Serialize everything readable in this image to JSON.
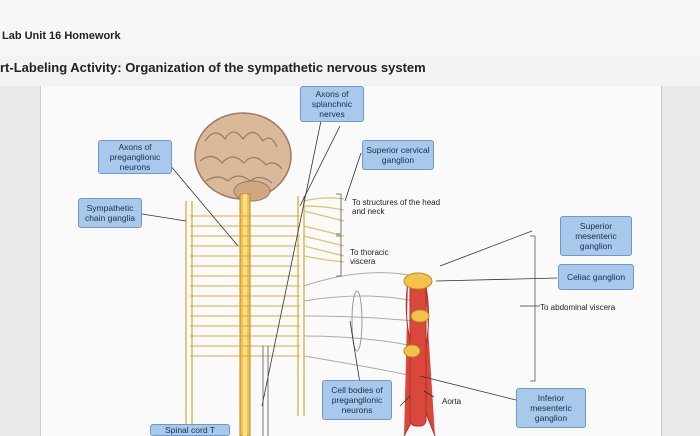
{
  "header": {
    "lab_title": "Lab Unit 16 Homework",
    "activity_title": "rt-Labeling Activity: Organization of the sympathetic nervous system"
  },
  "labels": {
    "axons_splanchnic": "Axons of splanchnic nerves",
    "axons_preganglionic": "Axons of preganglionic neurons",
    "superior_cervical": "Superior cervical ganglion",
    "sympathetic_chain": "Sympathetic chain ganglia",
    "superior_mesenteric": "Superior mesenteric ganglion",
    "celiac": "Celiac ganglion",
    "cell_bodies": "Cell bodies of preganglionic neurons",
    "inferior_mesenteric": "Inferior mesenteric ganglion",
    "spinal_cord": "Spinal cord T"
  },
  "annotations": {
    "head_neck": "To structures of the head and neck",
    "thoracic": "To thoracic viscera",
    "abdominal": "To abdominal viscera",
    "aorta": "Aorta"
  },
  "colors": {
    "label_fill": "#a9c9ec",
    "label_border": "#6e99c8",
    "nerve_yellow": "#f2c24a",
    "aorta_red": "#d9483b",
    "brain": "#d9b99a"
  }
}
